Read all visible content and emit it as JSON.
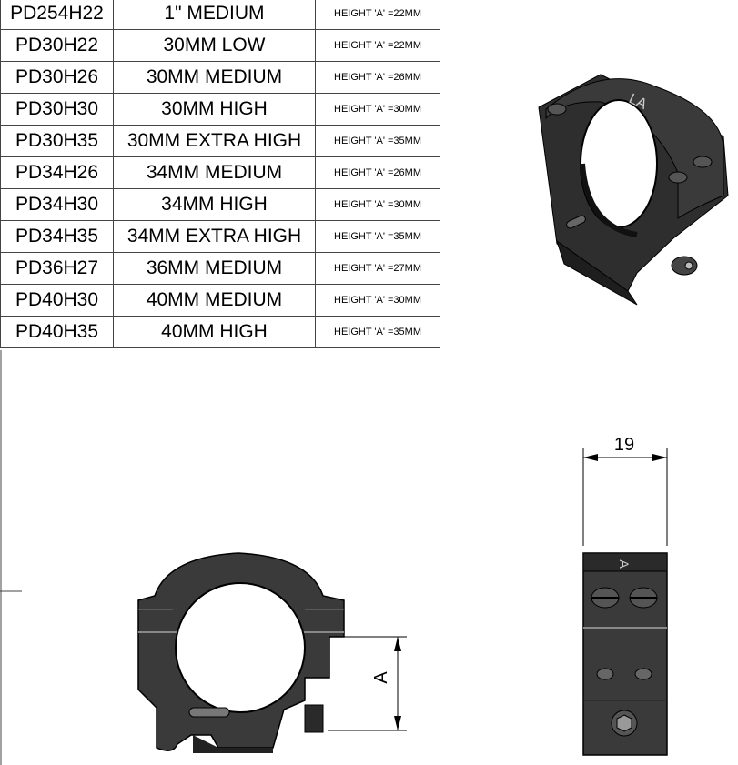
{
  "table": {
    "rows": [
      {
        "part": "PD254H22",
        "description": "1\" MEDIUM",
        "height": "HEIGHT 'A' =22MM"
      },
      {
        "part": "PD30H22",
        "description": "30MM LOW",
        "height": "HEIGHT 'A' =22MM"
      },
      {
        "part": "PD30H26",
        "description": "30MM MEDIUM",
        "height": "HEIGHT 'A' =26MM"
      },
      {
        "part": "PD30H30",
        "description": "30MM HIGH",
        "height": "HEIGHT 'A' =30MM"
      },
      {
        "part": "PD30H35",
        "description": "30MM EXTRA HIGH",
        "height": "HEIGHT 'A' =35MM"
      },
      {
        "part": "PD34H26",
        "description": "34MM MEDIUM",
        "height": "HEIGHT 'A' =26MM"
      },
      {
        "part": "PD34H30",
        "description": "34MM HIGH",
        "height": "HEIGHT 'A' =30MM"
      },
      {
        "part": "PD34H35",
        "description": "34MM EXTRA HIGH",
        "height": "HEIGHT 'A' =35MM"
      },
      {
        "part": "PD36H27",
        "description": "36MM MEDIUM",
        "height": "HEIGHT 'A' =27MM"
      },
      {
        "part": "PD40H30",
        "description": "40MM MEDIUM",
        "height": "HEIGHT 'A' =30MM"
      },
      {
        "part": "PD40H35",
        "description": "40MM HIGH",
        "height": "HEIGHT 'A' =35MM"
      }
    ]
  },
  "front_view": {
    "dimension_label": "A"
  },
  "side_view": {
    "dimension_label": "19"
  },
  "iso_view": {
    "engraving": "LA"
  }
}
